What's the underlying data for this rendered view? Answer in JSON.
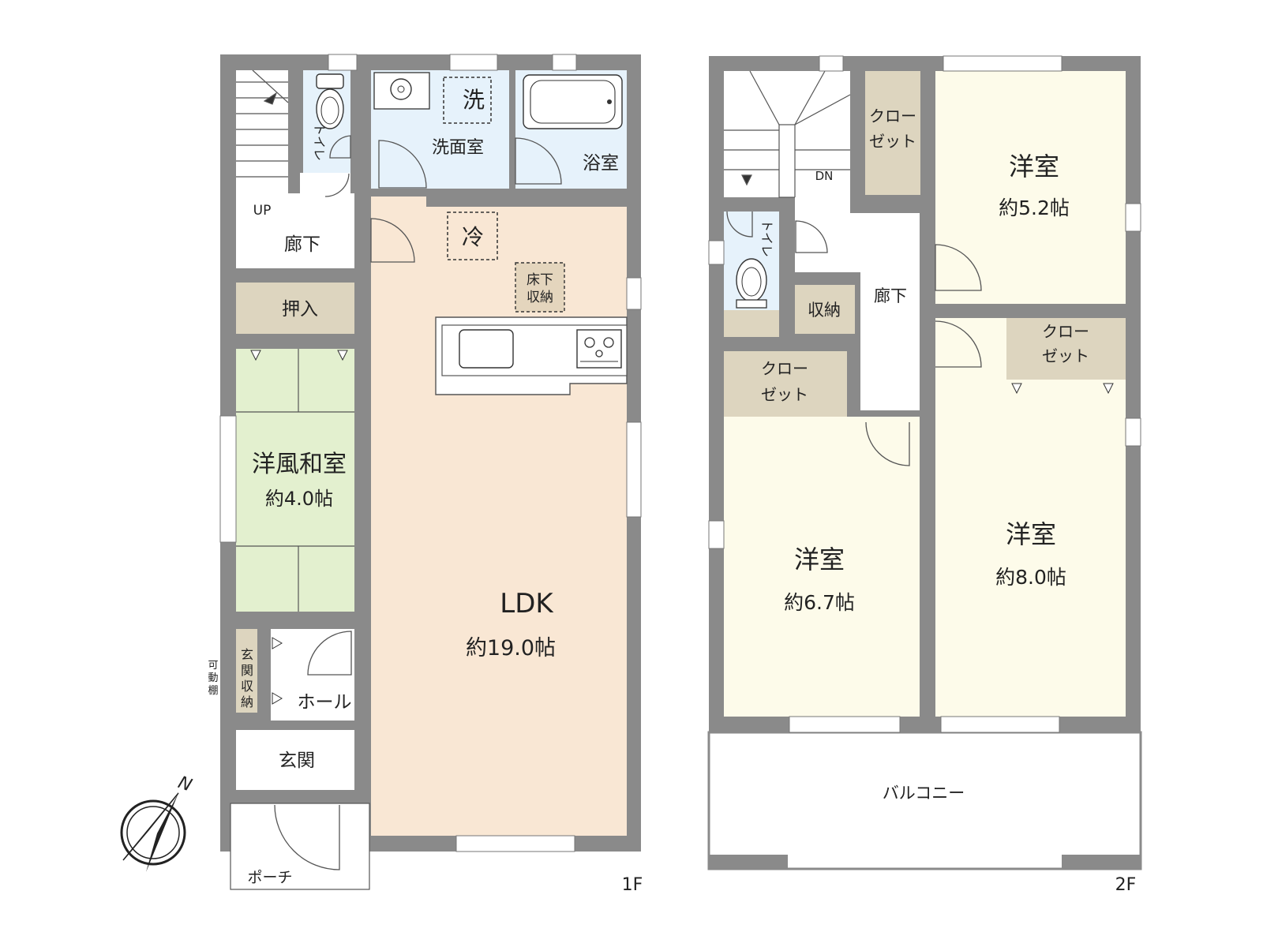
{
  "floors": {
    "first": {
      "label": "1F",
      "rooms": {
        "ldk": {
          "name": "LDK",
          "size": "約19.0帖"
        },
        "washitsu": {
          "name": "洋風和室",
          "size": "約4.0帖"
        },
        "oshiire": {
          "name": "押入"
        },
        "senmen": {
          "name": "洗面室"
        },
        "sen": {
          "name": "洗"
        },
        "yokushitsu": {
          "name": "浴室"
        },
        "toilet": {
          "name": "トイレ"
        },
        "rouka": {
          "name": "廊下"
        },
        "stair_up": {
          "name": "UP"
        },
        "rei": {
          "name": "冷"
        },
        "yukashita": {
          "line1": "床下",
          "line2": "収納"
        },
        "genkan_shunou": {
          "chars": [
            "玄",
            "関",
            "収",
            "納"
          ]
        },
        "kadoudana": {
          "chars": [
            "可",
            "動",
            "棚"
          ]
        },
        "hall": {
          "name": "ホール"
        },
        "genkan": {
          "name": "玄関"
        },
        "porch": {
          "name": "ポーチ"
        }
      }
    },
    "second": {
      "label": "2F",
      "rooms": {
        "bed_52": {
          "name": "洋室",
          "size": "約5.2帖"
        },
        "bed_67": {
          "name": "洋室",
          "size": "約6.7帖"
        },
        "bed_80": {
          "name": "洋室",
          "size": "約8.0帖"
        },
        "closet_a": {
          "line1": "クロー",
          "line2": "ゼット"
        },
        "closet_b": {
          "line1": "クロー",
          "line2": "ゼット"
        },
        "closet_c": {
          "line1": "クロー",
          "line2": "ゼット"
        },
        "toilet": {
          "name": "トイレ"
        },
        "shunou": {
          "name": "収納"
        },
        "rouka": {
          "name": "廊下"
        },
        "stair_dn": {
          "name": "DN"
        },
        "balcony": {
          "name": "バルコニー"
        }
      }
    }
  },
  "compass": {
    "label": "N"
  },
  "colors": {
    "wall": "#8a8a8a",
    "ldk": "#f9e7d4",
    "wet_area": "#e6f2fb",
    "tatami": "#e3f0cf",
    "storage": "#ddd5bf",
    "bedroom": "#fdfbea"
  }
}
